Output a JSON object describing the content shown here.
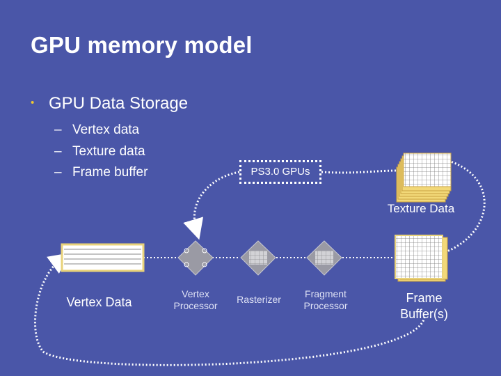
{
  "slide": {
    "title": "GPU memory model",
    "bullet": "GPU Data Storage",
    "sub_items": [
      "Vertex data",
      "Texture data",
      "Frame buffer"
    ],
    "dash": "–"
  },
  "diagram": {
    "ps_label": "PS3.0 GPUs",
    "texture_label": "Texture Data",
    "vertex_data_label": "Vertex Data",
    "vertex_processor_label": [
      "Vertex",
      "Processor"
    ],
    "rasterizer_label": "Rasterizer",
    "fragment_processor_label": [
      "Fragment",
      "Processor"
    ],
    "frame_buffer_label": [
      "Frame",
      "Buffer(s)"
    ]
  },
  "colors": {
    "background": "#4a56a8",
    "bullet": "#f0c830",
    "box_border": "#e8d27a",
    "processor_fill": "#9a9aa4"
  }
}
